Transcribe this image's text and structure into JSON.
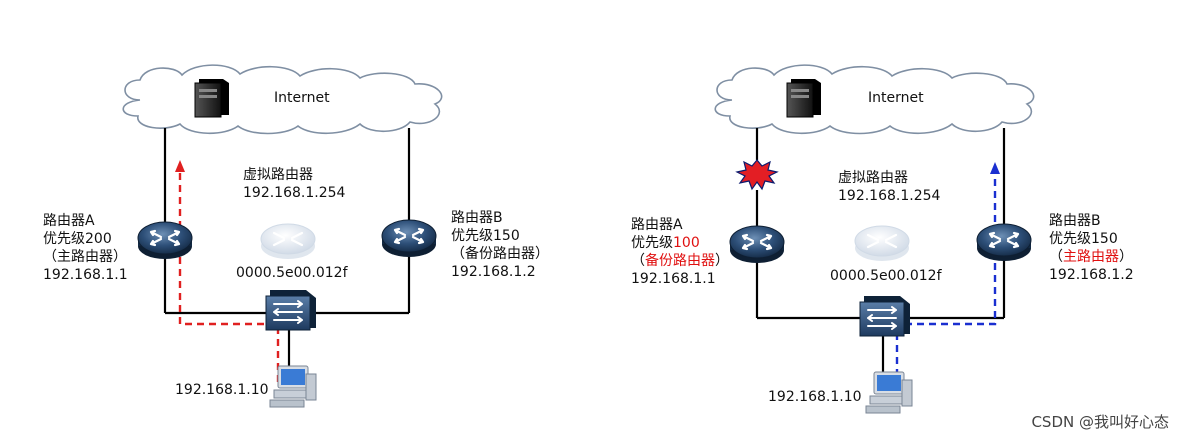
{
  "colors": {
    "failover_red": "#e01010",
    "path_red": "#e02020",
    "path_blue": "#1a2fd0",
    "device": "#1e3a5f"
  },
  "icons": [
    "cloud-icon",
    "server-icon",
    "router-icon",
    "switch-icon",
    "pc-icon",
    "fault-burst-icon"
  ],
  "left": {
    "cloud_label": "Internet",
    "vr_title": "虚拟路由器",
    "vr_ip": "192.168.1.254",
    "vmac": "0000.5e00.012f",
    "ra_name": "路由器A",
    "ra_priority_prefix": "优先级",
    "ra_priority": "200",
    "ra_role_open": "（",
    "ra_role": "主路由器",
    "ra_role_close": "）",
    "ra_ip": "192.168.1.1",
    "rb_name": "路由器B",
    "rb_priority_prefix": "优先级",
    "rb_priority": "150",
    "rb_role_open": "（",
    "rb_role": "备份路由器",
    "rb_role_close": "）",
    "rb_ip": "192.168.1.2",
    "host_ip": "192.168.1.10"
  },
  "right": {
    "cloud_label": "Internet",
    "vr_title": "虚拟路由器",
    "vr_ip": "192.168.1.254",
    "vmac": "0000.5e00.012f",
    "ra_name": "路由器A",
    "ra_priority_prefix": "优先级",
    "ra_priority": "100",
    "ra_role_open": "（",
    "ra_role": "备份路由器",
    "ra_role_close": "）",
    "ra_ip": "192.168.1.1",
    "rb_name": "路由器B",
    "rb_priority_prefix": "优先级",
    "rb_priority": "150",
    "rb_role_open": "（",
    "rb_role": "主路由器",
    "rb_role_close": "）",
    "rb_ip": "192.168.1.2",
    "host_ip": "192.168.1.10"
  },
  "watermark": "CSDN @我叫好心态"
}
